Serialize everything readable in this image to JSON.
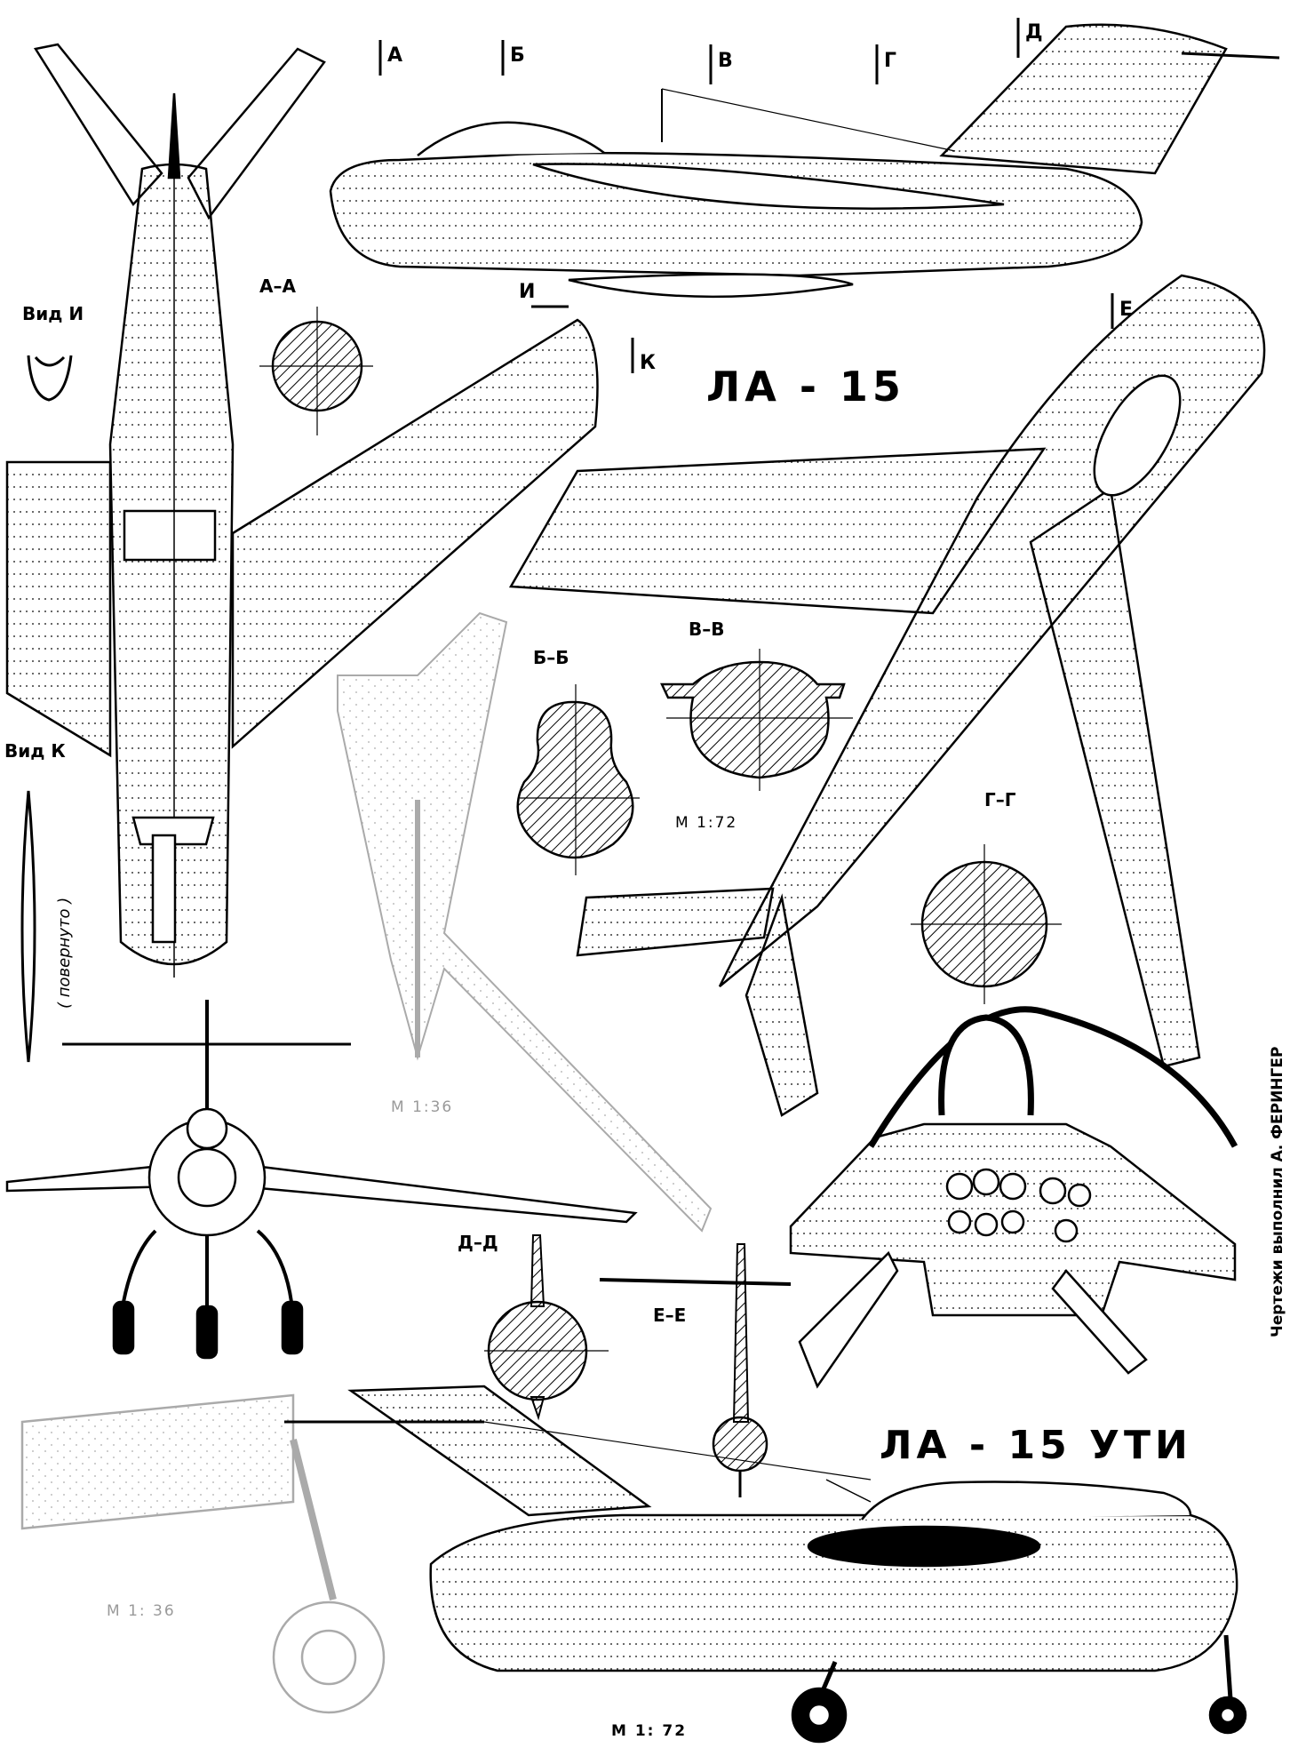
{
  "titles": {
    "main": "ЛА - 15",
    "trainer": "ЛА - 15 УТИ"
  },
  "views": {
    "vid_i": "Вид И",
    "vid_k": "Вид К",
    "rotated_note": "( повернуто )"
  },
  "sections": {
    "a": "А–А",
    "b": "Б–Б",
    "v": "В–В",
    "g": "Г–Г",
    "d": "Д–Д",
    "e": "Е–Е"
  },
  "station_marks": {
    "a": "А",
    "b": "Б",
    "v": "В",
    "g": "Г",
    "d": "Д",
    "e": "Е",
    "i": "И",
    "k": "К"
  },
  "scales": {
    "sections": "М 1:72",
    "ghost_top": "М 1:36",
    "gear_detail": "М 1: 36",
    "bottom": "М 1: 72"
  },
  "credit": "Чертежи выполнил А. ФЕРИНГЕР"
}
